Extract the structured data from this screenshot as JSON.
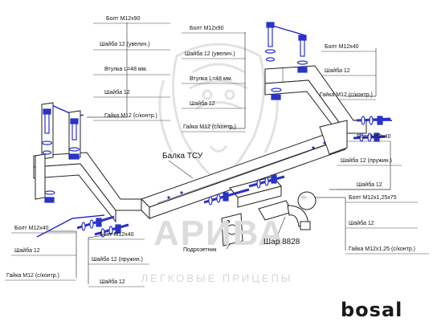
{
  "watermark": {
    "title": "АРИВА",
    "subtitle": "ЛЕГКОВЫЕ ПРИЦЕПЫ"
  },
  "brand": "bosal",
  "icons": [
    "lion-logo-icon"
  ],
  "colors": {
    "callout_line": "#1f1fd0",
    "hardware": "#2a33c8",
    "frame_fill": "#ffffff",
    "frame_stroke": "#222222",
    "leader": "#444444"
  },
  "parts": {
    "left_top": {
      "bolt": "Болт М12х90",
      "washer_big": "Шайба 12 (увелич.)",
      "sleeve": "Втулка L=48 мм.",
      "washer": "Шайба 12",
      "nut": "Гайка М12 (с/контр.)"
    },
    "center_top": {
      "bolt": "Болт М12х90",
      "washer_big": "Шайба 12 (увелич.)",
      "sleeve": "Втулка L=48 мм.",
      "washer": "Шайба 12",
      "nut": "Гайка М12 (с/контр.)"
    },
    "right_top": {
      "bolt": "Болт М12х40",
      "washer": "Шайба 12",
      "nut": "Гайка М12 (с/контр.)"
    },
    "right_mid": {
      "bolt": "Болт М12х40",
      "washer_spring": "Шайба 12 (пружин.)",
      "washer": "Шайба 12"
    },
    "ball_mount": {
      "bolt": "Болт М12х1,25х75",
      "washer": "Шайба 12",
      "nut": "Гайка М12х1,25 (с/контр.)"
    },
    "left_bottom": {
      "bolt": "Болт М12х40",
      "washer": "Шайба 12",
      "nut": "Гайка М12 (с/контр.)"
    },
    "center_bottom": {
      "bolt": "Болт М12х40",
      "washer_spring": "Шайба 12 (пружин.)",
      "washer": "Шайба 12"
    },
    "beam": "Балка ТСУ",
    "socket_plate": "Подрозетник",
    "ball": "Шар 8828"
  }
}
